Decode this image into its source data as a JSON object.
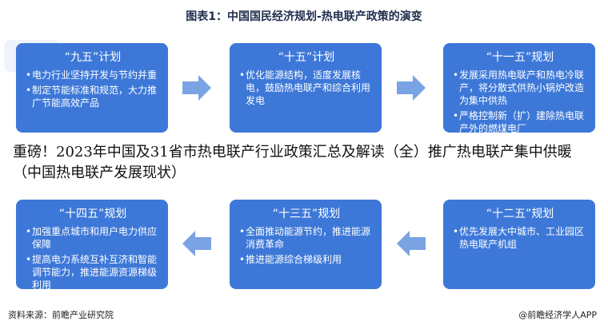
{
  "title": "图表1：中国国民经济规划-热电联产政策的演变",
  "boxes": [
    {
      "heading": "“九五”计划",
      "items": [
        "电力行业坚持开发与节约并重",
        "制定节能标准和规范，大力推广节能高效产品"
      ]
    },
    {
      "heading": "“十五”计划",
      "items": [
        "优化能源结构，适度发展核电，鼓励热电联产和综合利用发电"
      ]
    },
    {
      "heading": "“十一五”规划",
      "items": [
        "发展采用热电联产和热电冷联产，将分散式供热小锅炉改造为集中供热",
        "严格控制新（扩）建除热电联产外的燃煤电厂"
      ]
    },
    {
      "heading": "“十二五”规划",
      "items": [
        "优先发展大中城市、工业园区热电联产机组"
      ]
    },
    {
      "heading": "“十三五”规划",
      "items": [
        "全面推动能源节约，推进能源消费革命",
        "推进能源综合梯级利用"
      ]
    },
    {
      "heading": "“十四五”规划",
      "items": [
        "加强重点城市和用户电力供应保障",
        "提高电力系统互补互济和智能调节能力，推进能源资源梯级利用"
      ]
    }
  ],
  "headline": "重磅！2023年中国及31省市热电联产行业政策汇总及解读（全）推广热电联产集中供暖（中国热电联产发展现状）",
  "source": "资料来源：前瞻产业研究院",
  "credit": "@前瞻经济学人APP",
  "colors": {
    "box": "#3d78d8",
    "arrow": "#7aa3e3"
  }
}
